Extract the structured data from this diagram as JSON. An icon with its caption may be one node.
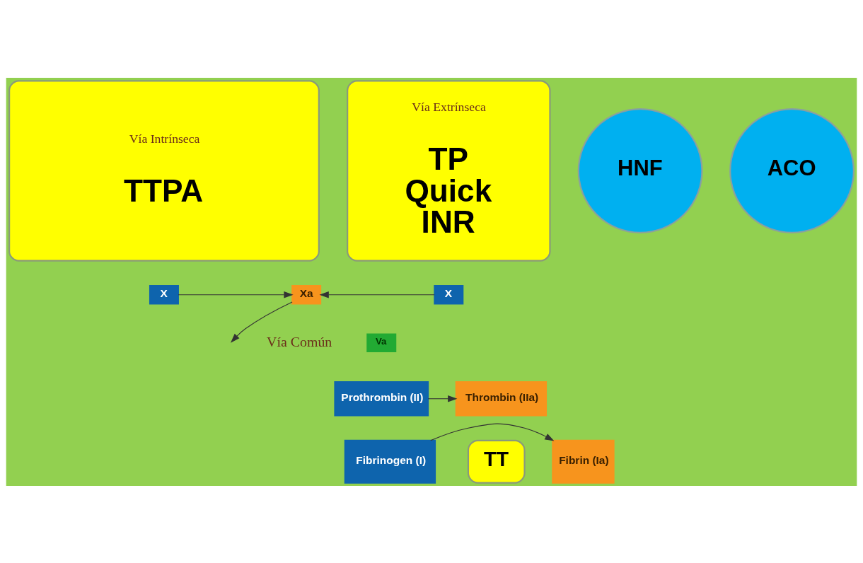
{
  "diagram": {
    "nodes": [
      {
        "text": [
          "Vía Intrínseca",
          "TTPA"
        ]
      },
      {
        "text": [
          "Vía Extrínseca",
          "TP Quick INR"
        ]
      },
      {
        "text": [
          "HNF"
        ]
      },
      {
        "text": [
          "ACO"
        ]
      },
      {
        "text": [
          "X"
        ]
      },
      {
        "text": [
          "Xa"
        ]
      },
      {
        "text": [
          "X"
        ]
      },
      {
        "text": [
          "Va"
        ]
      },
      {
        "text": [
          "Prothrombin (II)"
        ]
      },
      {
        "text": [
          "Thrombin (IIa)"
        ]
      },
      {
        "text": [
          "Fibrinogen (I)"
        ]
      },
      {
        "text": [
          "TT"
        ]
      },
      {
        "text": [
          "Fibrin (Ia)"
        ]
      }
    ],
    "edges": [
      {
        "from": 4,
        "to": 5,
        "arrow": "to"
      },
      {
        "from": 6,
        "to": 5,
        "arrow": "to"
      },
      {
        "from": 5,
        "to": null,
        "arrow": "to"
      },
      {
        "from": 8,
        "to": 9,
        "arrow": "to"
      },
      {
        "from": 10,
        "to": 12,
        "arrow": "to"
      }
    ],
    "labels": [
      "Vía Común"
    ]
  }
}
